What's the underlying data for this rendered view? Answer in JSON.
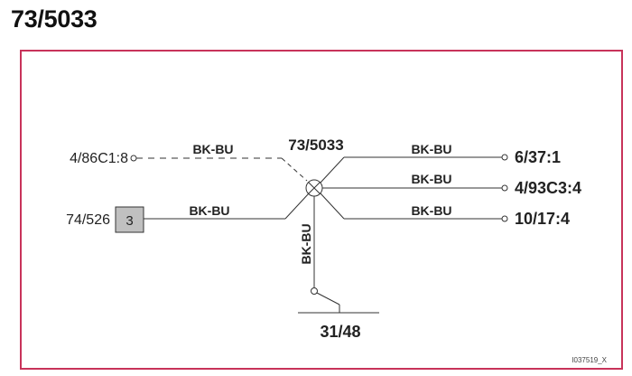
{
  "page": {
    "title": "73/5033"
  },
  "frame": {
    "border_color": "#c8335a"
  },
  "splice": {
    "label": "73/5033"
  },
  "wires": {
    "to_4_86": {
      "color_code": "BK-BU",
      "style": "dashed",
      "endpoint": "4/86C1:8"
    },
    "to_74_526": {
      "color_code": "BK-BU",
      "endpoint": "74/526",
      "pin": "3"
    },
    "to_6_37": {
      "color_code": "BK-BU",
      "endpoint": "6/37:1"
    },
    "to_4_93": {
      "color_code": "BK-BU",
      "endpoint": "4/93C3:4"
    },
    "to_10_17": {
      "color_code": "BK-BU",
      "endpoint": "10/17:4"
    },
    "to_ground": {
      "color_code": "BK-BU",
      "endpoint": "31/48"
    }
  },
  "figure_id": "I037519_X",
  "colors": {
    "line": "#333333",
    "connector_fill": "#c0c0c0"
  }
}
